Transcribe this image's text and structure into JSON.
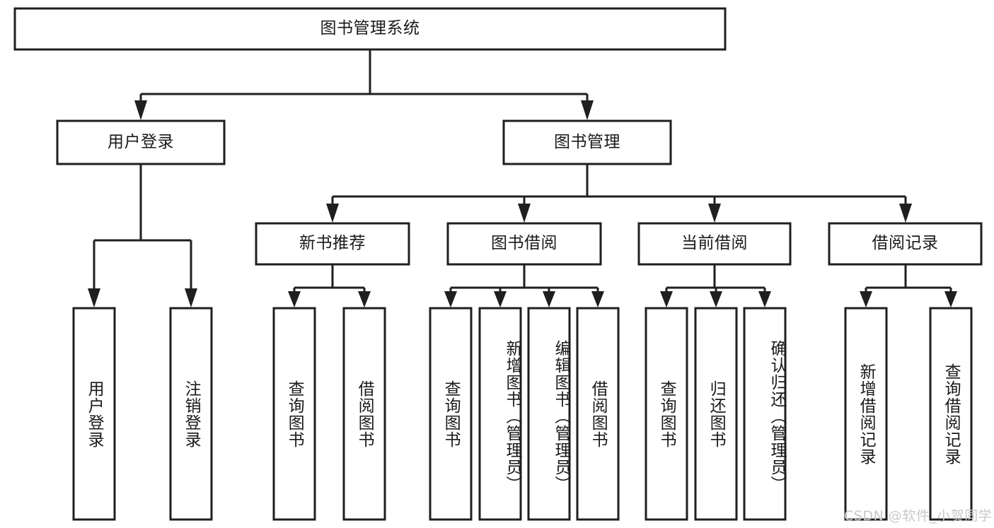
{
  "diagram": {
    "title": "图书管理系统",
    "type": "hierarchy-tree",
    "colors": {
      "box_stroke": "#1f1f1f",
      "box_fill": "#ffffff",
      "text": "#1a1a1a",
      "background": "#ffffff",
      "watermark": "#c9c9c9"
    },
    "root": {
      "label": "图书管理系统"
    },
    "level2": [
      {
        "label": "用户登录"
      },
      {
        "label": "图书管理"
      }
    ],
    "level3": [
      {
        "label": "新书推荐"
      },
      {
        "label": "图书借阅"
      },
      {
        "label": "当前借阅"
      },
      {
        "label": "借阅记录"
      }
    ],
    "leaves": {
      "user_login": [
        {
          "label": "用户登录"
        },
        {
          "label": "注销登录"
        }
      ],
      "new_book_recommend": [
        {
          "label": "查询图书"
        },
        {
          "label": "借阅图书"
        }
      ],
      "book_borrow": [
        {
          "label": "查询图书"
        },
        {
          "label": "新增图书（管理员）"
        },
        {
          "label": "编辑图书（管理员）"
        },
        {
          "label": "借阅图书"
        }
      ],
      "current_borrow": [
        {
          "label": "查询图书"
        },
        {
          "label": "归还图书"
        },
        {
          "label": "确认归还（管理员）"
        }
      ],
      "borrow_record": [
        {
          "label": "新增借阅记录"
        },
        {
          "label": "查询借阅记录"
        }
      ]
    },
    "watermark": "CSDN @软件_小贺同学"
  }
}
